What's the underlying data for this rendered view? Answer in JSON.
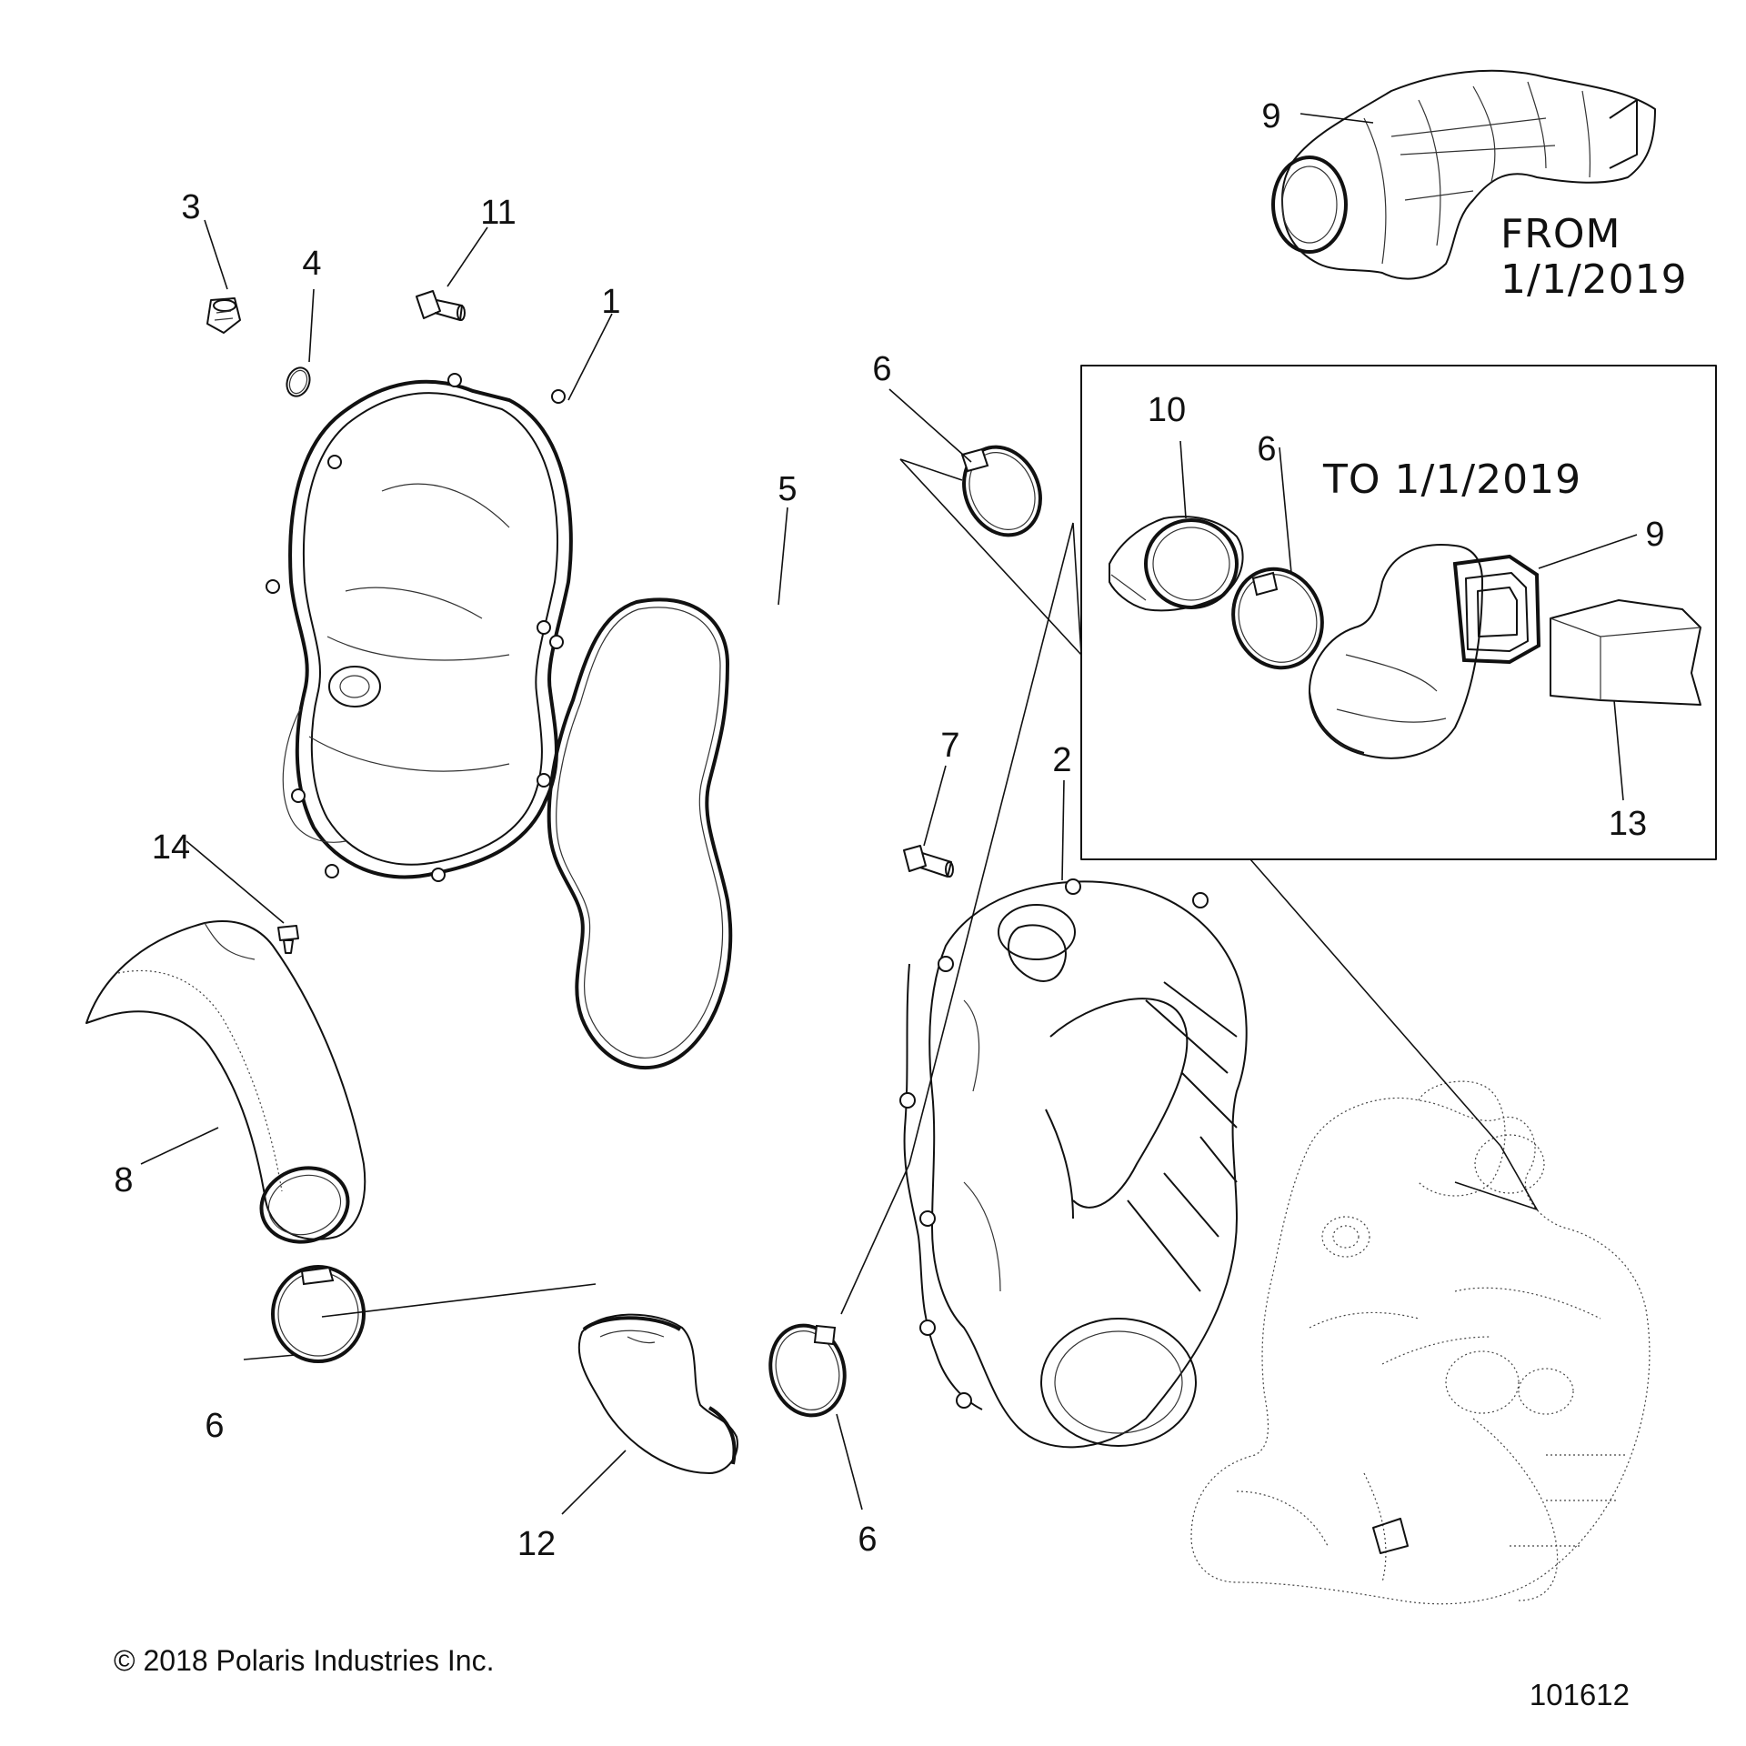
{
  "diagram": {
    "callouts": [
      {
        "id": "1",
        "text": "1"
      },
      {
        "id": "2",
        "text": "2"
      },
      {
        "id": "3",
        "text": "3"
      },
      {
        "id": "4",
        "text": "4"
      },
      {
        "id": "5",
        "text": "5"
      },
      {
        "id": "6a",
        "text": "6"
      },
      {
        "id": "6b",
        "text": "6"
      },
      {
        "id": "6c",
        "text": "6"
      },
      {
        "id": "6d",
        "text": "6"
      },
      {
        "id": "7",
        "text": "7"
      },
      {
        "id": "8",
        "text": "8"
      },
      {
        "id": "9a",
        "text": "9"
      },
      {
        "id": "9b",
        "text": "9"
      },
      {
        "id": "10",
        "text": "10"
      },
      {
        "id": "11",
        "text": "11"
      },
      {
        "id": "12",
        "text": "12"
      },
      {
        "id": "13",
        "text": "13"
      },
      {
        "id": "14",
        "text": "14"
      }
    ],
    "from_note": {
      "line1": "FROM",
      "line2": "1/1/2019"
    },
    "to_note": "TO 1/1/2019",
    "copyright": "© 2018 Polaris Industries Inc.",
    "drawing_number": "101612"
  }
}
